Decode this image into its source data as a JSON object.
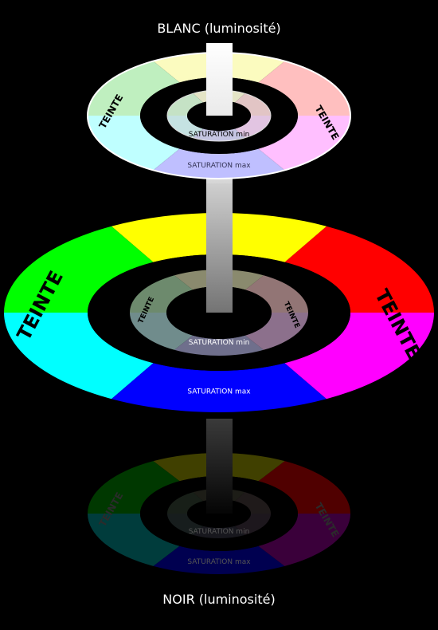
{
  "labels": {
    "top": "BLANC (luminosité)",
    "bottom": "NOIR (luminosité)"
  },
  "wheel_text": {
    "hue": "TEINTE",
    "saturation_min": "SATURATION min",
    "saturation_max": "SATURATION max"
  },
  "levels": [
    {
      "name": "top",
      "outer": [
        "#ffbfbf",
        "#fbfbbf",
        "#bfefbf",
        "#bfffff",
        "#bfbfff",
        "#ffbfff"
      ],
      "inner": [
        "#e2c5c5",
        "#e4e4c6",
        "#c5e2c5",
        "#c5e2e2",
        "#c5c5e2",
        "#e2c5e2"
      ],
      "center": "#bbbbbb",
      "border": "#ffffff"
    },
    {
      "name": "middle",
      "outer": [
        "#ff0000",
        "#ffff00",
        "#00ff00",
        "#00ffff",
        "#0000ff",
        "#ff00ff"
      ],
      "inner": [
        "#927575",
        "#8a8a6e",
        "#6d8a6d",
        "#708c8c",
        "#6f6f8c",
        "#8c708c"
      ],
      "center": "#9f9f9f",
      "border": null
    },
    {
      "name": "bottom",
      "outer": [
        "#500000",
        "#404000",
        "#003800",
        "#003c3c",
        "#000050",
        "#3a003a"
      ],
      "inner": [
        "#1f1a1a",
        "#1d1d17",
        "#181f18",
        "#171d1d",
        "#17171d",
        "#1d171d"
      ],
      "center": "#222222",
      "border": null
    }
  ]
}
